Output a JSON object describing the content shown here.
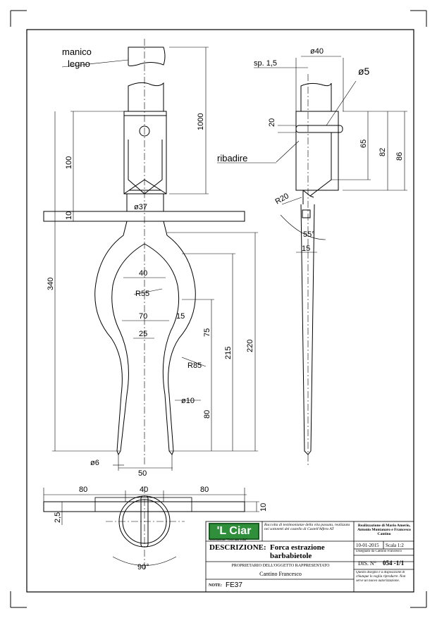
{
  "labels": {
    "handle_l1": "manico",
    "handle_l2": "legno",
    "rivet": "ribadire",
    "sp": "sp. 1,5"
  },
  "dims": {
    "d1000": "1000",
    "d100": "100",
    "d10a": "10",
    "d340": "340",
    "d37": "ø37",
    "d40a": "40",
    "r55": "R55",
    "d70": "70",
    "d15a": "15",
    "d25": "25",
    "d75": "75",
    "d215": "215",
    "d220": "220",
    "r85": "R85",
    "d10b": "ø10",
    "d80a": "80",
    "d6": "ø6",
    "d50": "50",
    "d40s": "ø40",
    "d5": "ø5",
    "d20": "20",
    "d65": "65",
    "d82": "82",
    "d86": "86",
    "r20": "R20",
    "a55": "55°",
    "d15b": "15",
    "d80l": "80",
    "d40b": "40",
    "d80r": "80",
    "d2_5": "2,5",
    "d10c": "10",
    "a90": "90°"
  },
  "title_block": {
    "logo": "'L Ciar",
    "logo_sub": "Associazione \"Cera una volta\"",
    "collection": "Raccolta di testimonianze della vita passata, realizzata nei sottotetti del castello di Castell'Alfero AT",
    "credits": "Realizzazione di Mario Amerio, Antonio Montanaro e Francesco Cantino",
    "date": "10-01-2015",
    "scale": "Scala 1:2",
    "drawn_by": "Disegnato da Cantino Francesco",
    "desc_label": "DESCRIZIONE:",
    "desc_line1": "Forca estrazione",
    "desc_line2": "barbabietole",
    "dis_label": "DIS. N°",
    "dis_value": "054 -1/1",
    "owner_label": "PROPRIETARIO DELL'OGGETTO RAPPRESENTATO",
    "owner": "Cantino Francesco",
    "notice": "Questo disegno è a disposizione di chiunque lo voglia riprodurre. Non serve un nuovo autorizzazione.",
    "note_label": "NOTE:",
    "note_value": "FE37"
  }
}
